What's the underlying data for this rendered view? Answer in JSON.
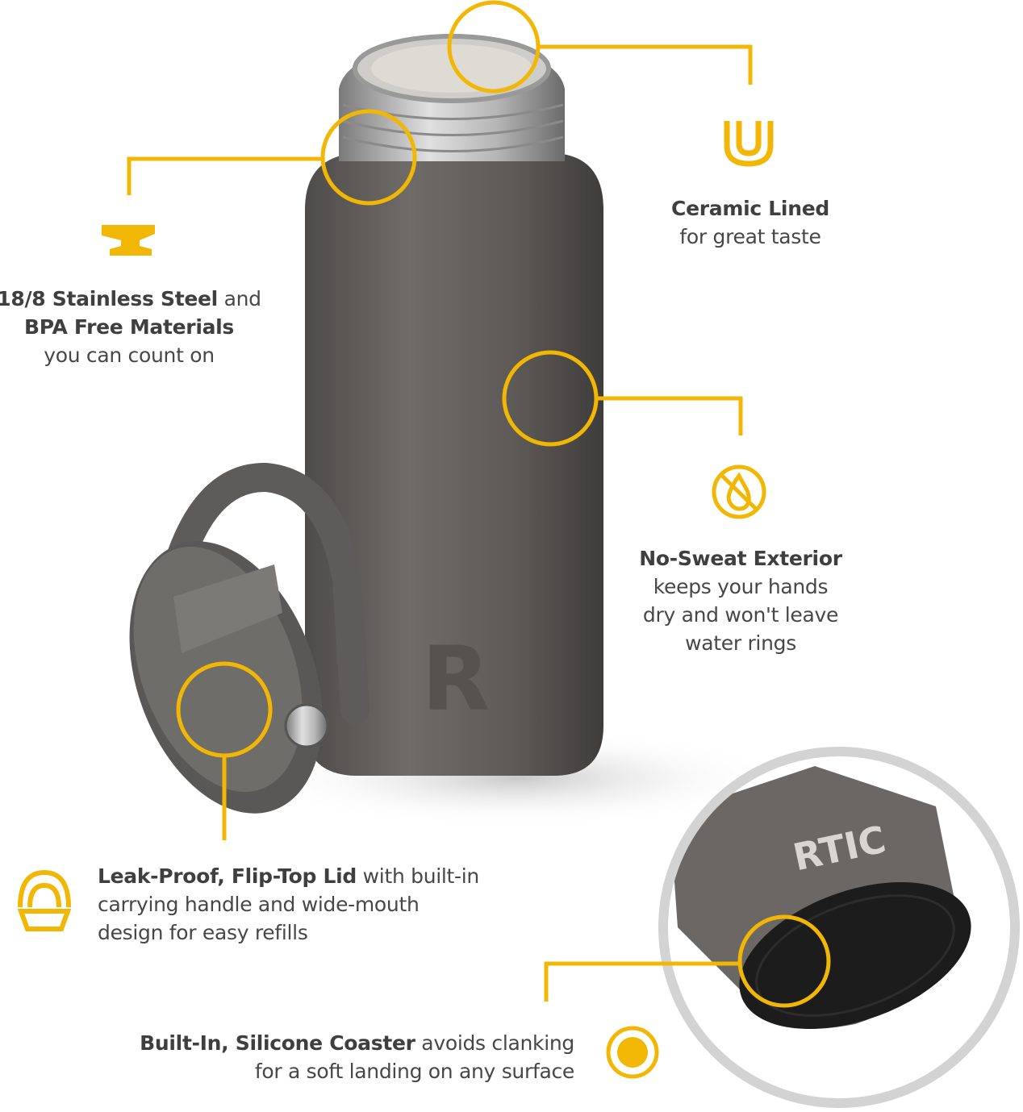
{
  "accent_color": "#F2B705",
  "features": {
    "ceramic": {
      "icon": "u-liner-icon",
      "title": "Ceramic Lined",
      "line2": "for great taste"
    },
    "steel": {
      "icon": "anvil-icon",
      "bold1": "18/8 Stainless Steel",
      "rest1": " and",
      "bold2": "BPA Free Materials",
      "line3": "you can count on"
    },
    "sweat": {
      "icon": "no-drop-icon",
      "title": "No-Sweat Exterior",
      "line2": "keeps your hands",
      "line3": "dry and won't leave",
      "line4": "water rings"
    },
    "lid": {
      "icon": "lid-icon",
      "bold1": "Leak-Proof, Flip-Top Lid",
      "rest1": " with built-in",
      "line2": "carrying handle and wide-mouth",
      "line3": "design for easy refills"
    },
    "coaster": {
      "icon": "coaster-icon",
      "bold1": "Built-In, Silicone Coaster",
      "rest1": " avoids clanking",
      "line2": "for a soft landing on any surface"
    }
  },
  "brand": {
    "logo_text": "RTIC"
  }
}
